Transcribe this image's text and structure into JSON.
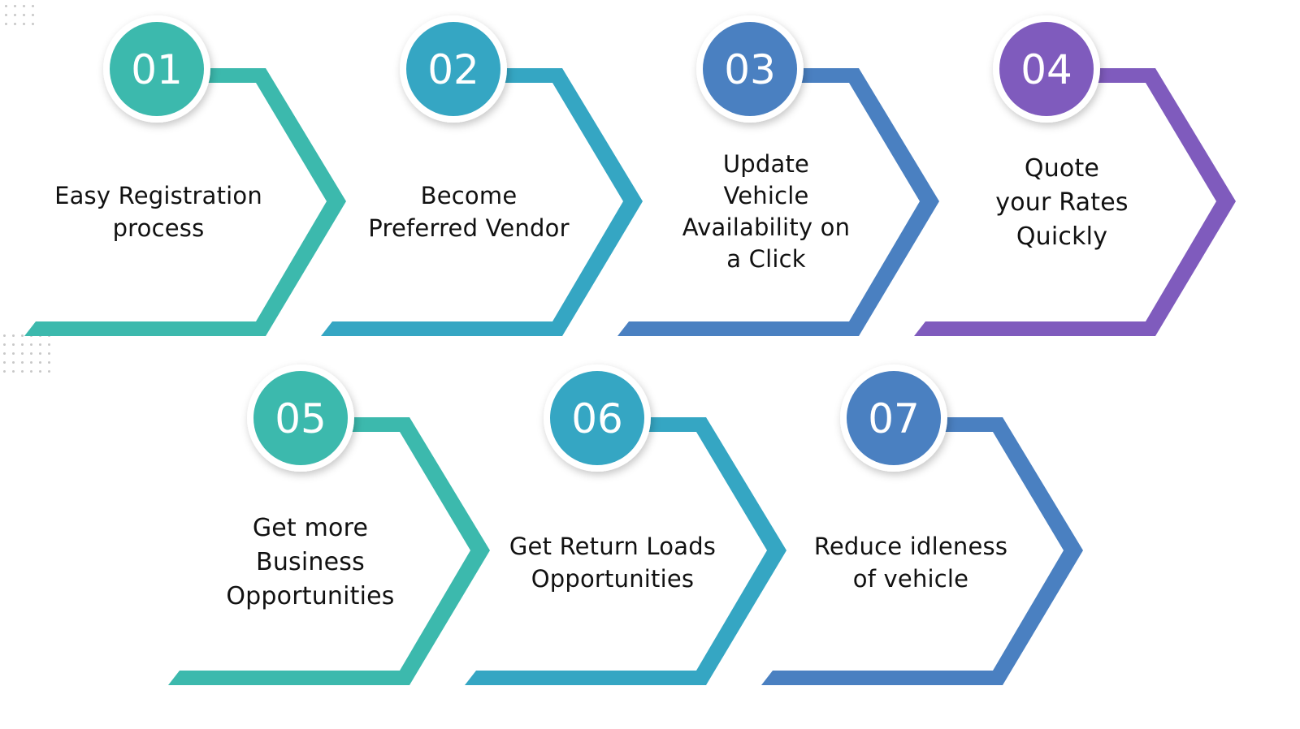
{
  "steps": [
    {
      "number": "01",
      "lines": [
        "Easy Registration",
        "process"
      ],
      "color": "#3cb9ad"
    },
    {
      "number": "02",
      "lines": [
        "Become",
        "Preferred Vendor"
      ],
      "color": "#35a6c3"
    },
    {
      "number": "03",
      "lines": [
        "Update",
        "Vehicle",
        "Availability on",
        "a Click"
      ],
      "color": "#4a80c1"
    },
    {
      "number": "04",
      "lines": [
        "Quote",
        "your Rates",
        "Quickly"
      ],
      "color": "#7f5bbd"
    },
    {
      "number": "05",
      "lines": [
        "Get more",
        "Business",
        "Opportunities"
      ],
      "color": "#3cb9ad"
    },
    {
      "number": "06",
      "lines": [
        "Get Return Loads",
        "Opportunities"
      ],
      "color": "#35a6c3"
    },
    {
      "number": "07",
      "lines": [
        "Reduce idleness",
        "of vehicle"
      ],
      "color": "#4a80c1"
    }
  ]
}
